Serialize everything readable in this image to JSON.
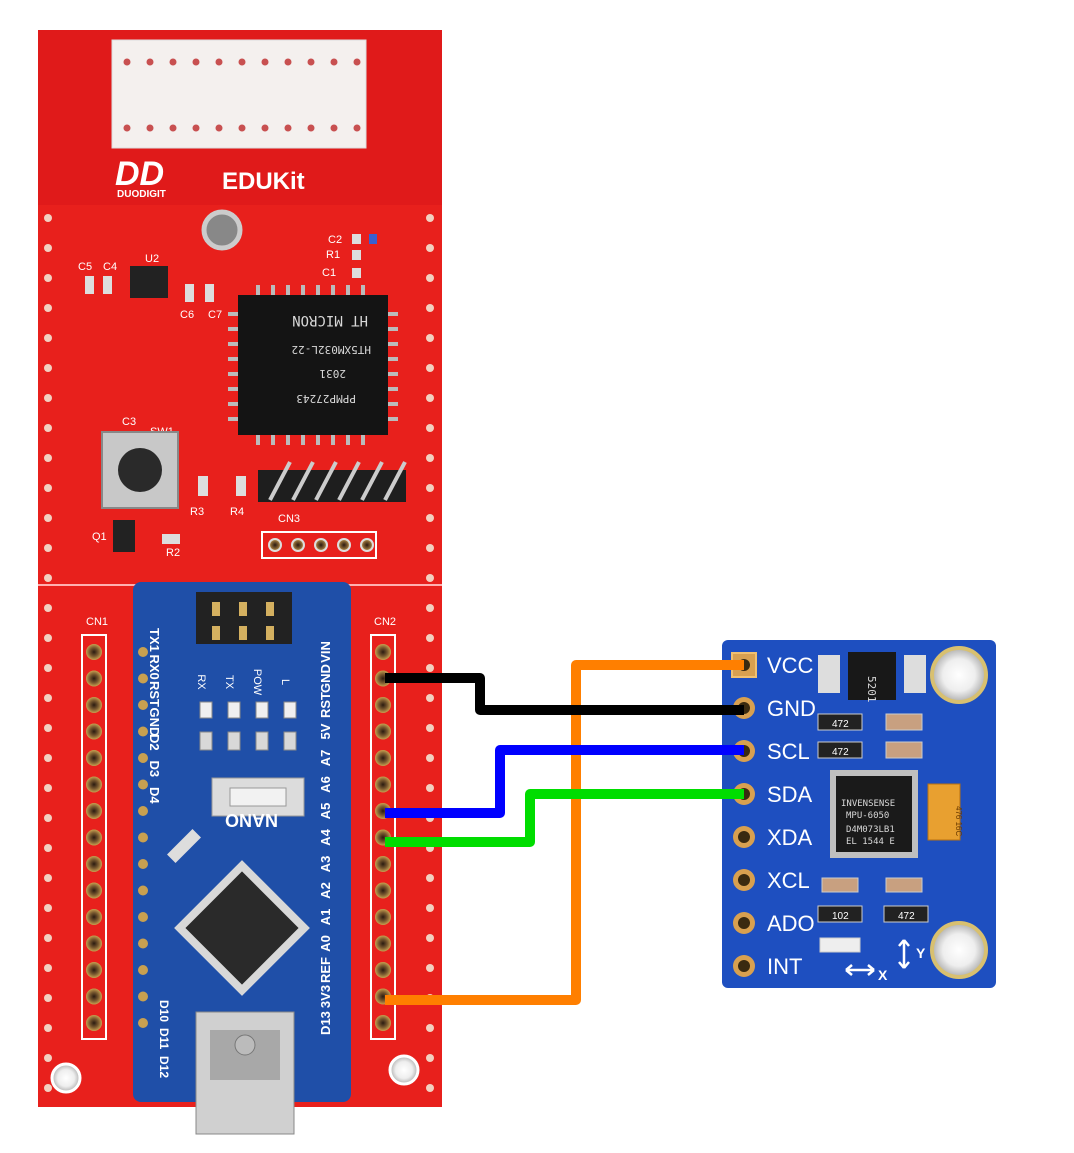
{
  "carrier_board": {
    "brand_logo": "DD",
    "brand_sub": "DUODIGIT",
    "product_name": "EDUKit",
    "chip_lines": [
      "PPMP27243",
      "2031",
      "HT5XM032L-22",
      "HT MICRON"
    ],
    "component_labels": {
      "c5": "C5",
      "c4": "C4",
      "u2": "U2",
      "c6": "C6",
      "c7": "C7",
      "c2": "C2",
      "r1": "R1",
      "c1": "C1",
      "c3": "C3",
      "sw1": "SW1",
      "r3": "R3",
      "r4": "R4",
      "q1": "Q1",
      "r2": "R2",
      "cn3": "CN3",
      "cn1": "CN1",
      "cn2": "CN2"
    }
  },
  "nano_board": {
    "name": "NANO",
    "top_pins": [
      "TX1",
      "RX0",
      "RST",
      "GND",
      "D2",
      "D3",
      "D4"
    ],
    "right_pins": [
      "VIN",
      "GND",
      "RST",
      "5V",
      "A7",
      "A6",
      "A5",
      "A4",
      "A3",
      "A2",
      "A1",
      "A0",
      "REF",
      "3V3",
      "D13"
    ],
    "bottom_pins": [
      "D10",
      "D11",
      "D12"
    ],
    "led_labels": [
      "RX",
      "TX",
      "POW",
      "L"
    ]
  },
  "mpu_module": {
    "title": "ITG/MPU",
    "pins": [
      "VCC",
      "GND",
      "SCL",
      "SDA",
      "XDA",
      "XCL",
      "ADO",
      "INT"
    ],
    "chip_lines": [
      "INVENSENSE",
      "MPU-6050",
      "D4M073LB1",
      "EL 1544 E"
    ],
    "resistor_labels": [
      "472",
      "472",
      "102",
      "472"
    ],
    "regulator_label": "5201",
    "tantalum_label": "476 16C",
    "axis_x": "X",
    "axis_y": "Y"
  },
  "wiring": {
    "vcc_color": "#ff7f00",
    "gnd_color": "#000000",
    "scl_color": "#0000ff",
    "sda_color": "#00dd00"
  }
}
